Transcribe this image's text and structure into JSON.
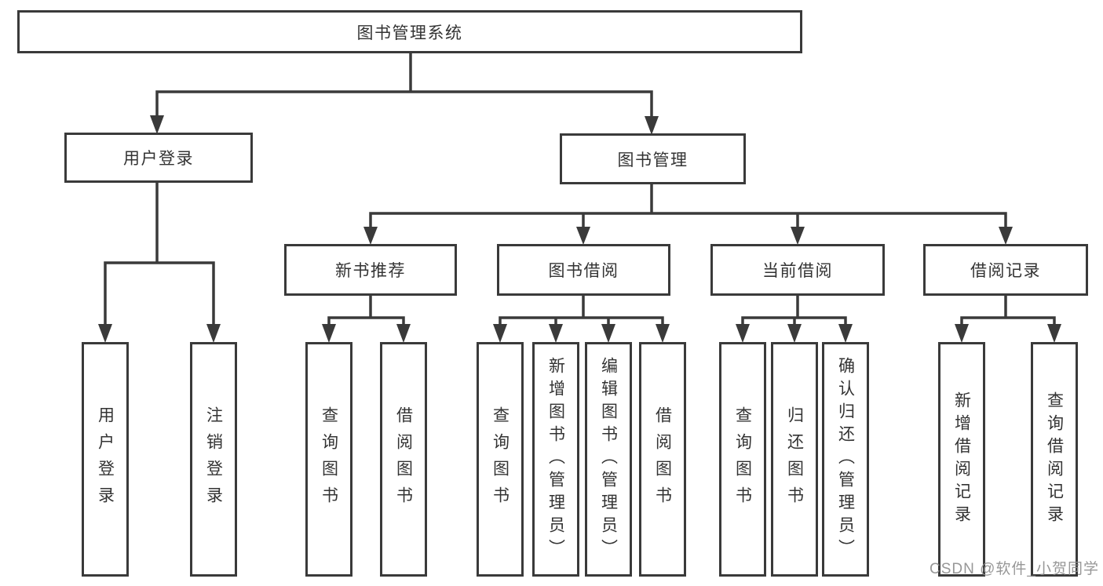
{
  "nodes": {
    "root": {
      "label": "图书管理系统"
    },
    "user_login": {
      "label": "用户登录"
    },
    "book_mgmt": {
      "label": "图书管理"
    },
    "new_book_rec": {
      "label": "新书推荐"
    },
    "book_borrow": {
      "label": "图书借阅"
    },
    "current_borrow": {
      "label": "当前借阅"
    },
    "borrow_record": {
      "label": "借阅记录"
    },
    "leaf_user_login": {
      "label": "用户登录"
    },
    "leaf_logout": {
      "label": "注销登录"
    },
    "leaf_nbr_query_book": {
      "label": "查询图书"
    },
    "leaf_nbr_borrow_book": {
      "label": "借阅图书"
    },
    "leaf_bb_query_book": {
      "label": "查询图书"
    },
    "leaf_bb_add_book": {
      "label": "新增图书（管理员）"
    },
    "leaf_bb_edit_book": {
      "label": "编辑图书（管理员）"
    },
    "leaf_bb_borrow_book": {
      "label": "借阅图书"
    },
    "leaf_cb_query_book": {
      "label": "查询图书"
    },
    "leaf_cb_return_book": {
      "label": "归还图书"
    },
    "leaf_cb_confirm_return": {
      "label": "确认归还（管理员）"
    },
    "leaf_br_add_record": {
      "label": "新增借阅记录"
    },
    "leaf_br_query_record": {
      "label": "查询借阅记录"
    }
  },
  "structure": {
    "root": [
      "user_login",
      "book_mgmt"
    ],
    "user_login": [
      "leaf_user_login",
      "leaf_logout"
    ],
    "book_mgmt": [
      "new_book_rec",
      "book_borrow",
      "current_borrow",
      "borrow_record"
    ],
    "new_book_rec": [
      "leaf_nbr_query_book",
      "leaf_nbr_borrow_book"
    ],
    "book_borrow": [
      "leaf_bb_query_book",
      "leaf_bb_add_book",
      "leaf_bb_edit_book",
      "leaf_bb_borrow_book"
    ],
    "current_borrow": [
      "leaf_cb_query_book",
      "leaf_cb_return_book",
      "leaf_cb_confirm_return"
    ],
    "borrow_record": [
      "leaf_br_add_record",
      "leaf_br_query_record"
    ]
  },
  "watermark": {
    "text": "CSDN @软件_小贺同学"
  },
  "colors": {
    "line": "#3a3a3a",
    "box_border": "#3a3a3a",
    "text": "#333333",
    "watermark": "#8c8c8c",
    "background": "#ffffff"
  }
}
